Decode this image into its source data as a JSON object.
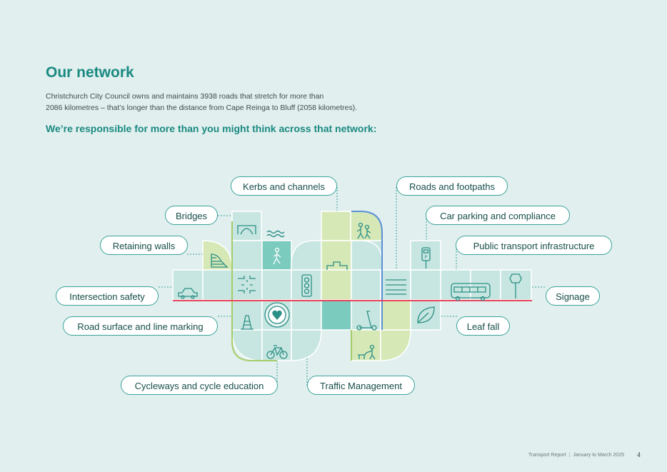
{
  "title": "Our network",
  "intro_lines": [
    "Christchurch City Council owns and maintains 3938 roads that stretch for more than",
    "2086 kilometres – that’s longer than the distance from Cape Reinga to Bluff (2058 kilometres)."
  ],
  "subheading": "We’re responsible for more than you might think across that network:",
  "labels": {
    "kerbs": "Kerbs and channels",
    "roads_footpaths": "Roads and footpaths",
    "bridges": "Bridges",
    "car_parking": "Car parking and compliance",
    "retaining_walls": "Retaining walls",
    "public_transport": "Public transport infrastructure",
    "intersection_safety": "Intersection safety",
    "signage": "Signage",
    "road_surface": "Road surface and line marking",
    "leaf_fall": "Leaf fall",
    "cycleways": "Cycleways and cycle education",
    "traffic_management": "Traffic Management"
  },
  "icons": {
    "bridge": "bridge-icon",
    "waves": "water-waves-icon",
    "pedestrian": "pedestrian-icon",
    "people": "walking-people-icon",
    "retaining_wall": "retaining-wall-icon",
    "kerb": "kerb-channel-icon",
    "parking_meter": "parking-meter-icon",
    "intersection": "intersection-icon",
    "traffic_light": "traffic-light-icon",
    "road_lines": "road-lines-icon",
    "bus": "bus-icon",
    "sign": "road-sign-icon",
    "car": "car-icon",
    "cone": "traffic-cone-icon",
    "heart": "heart-icon",
    "scooter": "scooter-icon",
    "leaf": "leaf-icon",
    "bicycle": "bicycle-icon",
    "dog_walker": "dog-walker-icon"
  },
  "colors": {
    "accent": "#1a8a80",
    "tile_light": "#c8e6e1",
    "tile_green": "#d6e8b6",
    "tile_teal": "#7ccbbf",
    "road_line": "#e8455a",
    "blue_line": "#5a8fd6",
    "green_line": "#a6cc6a"
  },
  "footer": {
    "report": "Transport Report",
    "period": "January to March 2025",
    "page": "4"
  }
}
